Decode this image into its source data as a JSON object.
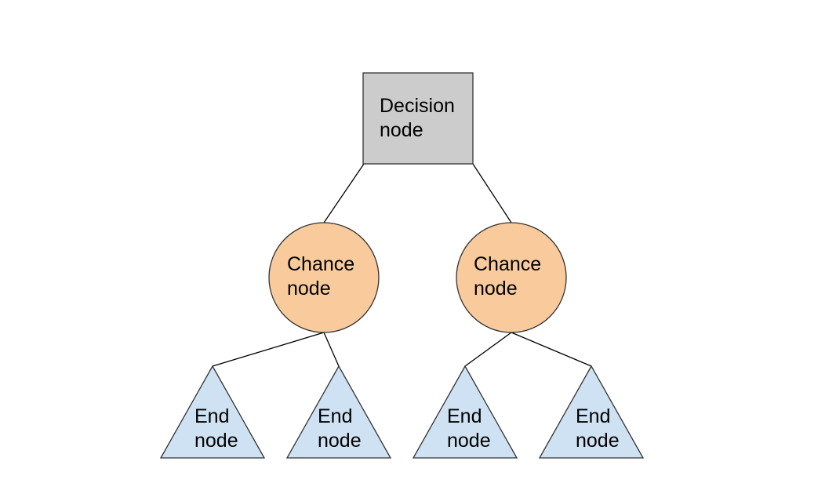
{
  "diagram": {
    "decision": {
      "line1": "Decision",
      "line2": "node",
      "fill": "#cccccc"
    },
    "chance_left": {
      "line1": "Chance",
      "line2": "node",
      "fill": "#f9cb9c"
    },
    "chance_right": {
      "line1": "Chance",
      "line2": "node",
      "fill": "#f9cb9c"
    },
    "end_nodes": [
      {
        "line1": "End",
        "line2": "node"
      },
      {
        "line1": "End",
        "line2": "node"
      },
      {
        "line1": "End",
        "line2": "node"
      },
      {
        "line1": "End",
        "line2": "node"
      }
    ],
    "end_fill": "#cfe2f3"
  }
}
